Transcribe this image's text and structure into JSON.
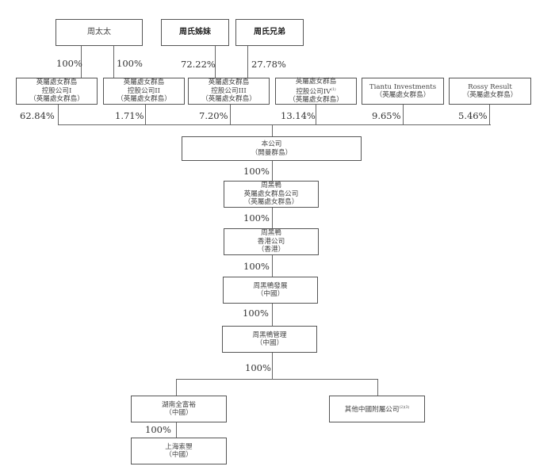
{
  "shareholders": {
    "chou_madam": "周太太",
    "chou_sisters": "周氏姊妹",
    "chou_brothers": "周氏兄弟"
  },
  "holdcos": [
    {
      "line1": "英屬處女群島",
      "line2": "控股公司I",
      "line3": "（英屬處女群島）",
      "note": ""
    },
    {
      "line1": "英屬處女群島",
      "line2": "控股公司II",
      "line3": "（英屬處女群島）",
      "note": ""
    },
    {
      "line1": "英屬處女群島",
      "line2": "控股公司III",
      "line3": "（英屬處女群島）",
      "note": ""
    },
    {
      "line1": "英屬處女群島",
      "line2": "控股公司IV",
      "line3": "（英屬處女群島）",
      "note": "(1)"
    },
    {
      "line1": "Tiantu Investments",
      "line2": "（英屬處女群島）",
      "line3": "",
      "note": ""
    },
    {
      "line1": "Rossy Result",
      "line2": "（英屬處女群島）",
      "line3": "",
      "note": ""
    }
  ],
  "upper_percentages": {
    "madam_to_holdco1": "100%",
    "madam_to_holdco2": "100%",
    "sisters_to_holdco3": "72.22%",
    "brothers_to_holdco3": "27.78%"
  },
  "holdco_stakes": [
    "62.84%",
    "1.71%",
    "7.20%",
    "13.14%",
    "9.65%",
    "5.46%"
  ],
  "company": {
    "line1": "本公司",
    "line2": "（開曼群島）"
  },
  "chain": [
    {
      "pct": "100%",
      "line1": "周黑鴨",
      "line2": "英屬處女群島公司",
      "line3": "（英屬處女群島）"
    },
    {
      "pct": "100%",
      "line1": "周黑鴨",
      "line2": "香港公司",
      "line3": "（香港）"
    },
    {
      "pct": "100%",
      "line1": "周黑鴨發展",
      "line2": "（中國）",
      "line3": ""
    },
    {
      "pct": "100%",
      "line1": "周黑鴨管理",
      "line2": "（中國）",
      "line3": ""
    }
  ],
  "branch_pct": "100%",
  "subsidiaries": {
    "hunan": {
      "line1": "湖南全富裕",
      "line2": "（中國）"
    },
    "others": {
      "line1": "其他中國附屬公司",
      "note": "(2)(3)"
    },
    "shanghai_pct": "100%",
    "shanghai": {
      "line1": "上海索曌",
      "line2": "（中國）"
    }
  }
}
